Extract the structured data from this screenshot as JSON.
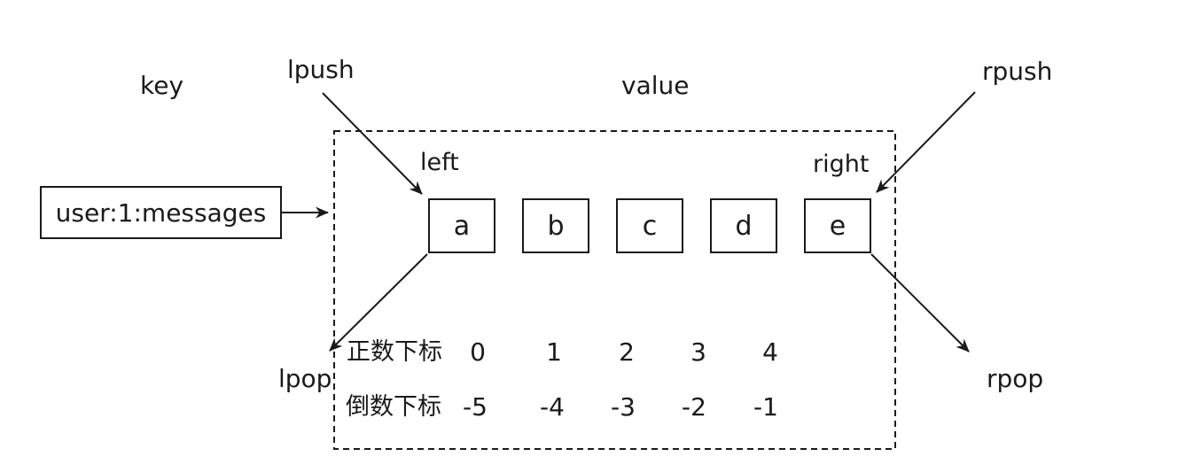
{
  "diagram": {
    "labels": {
      "key": "key",
      "value": "value",
      "left": "left",
      "right": "right"
    },
    "operations": {
      "lpush": "lpush",
      "rpush": "rpush",
      "lpop": "lpop",
      "rpop": "rpop"
    },
    "key_name": "user:1:messages",
    "list_items": [
      "a",
      "b",
      "c",
      "d",
      "e"
    ],
    "index_rows": [
      {
        "label": "正数下标",
        "values": [
          "0",
          "1",
          "2",
          "3",
          "4"
        ]
      },
      {
        "label": "倒数下标",
        "values": [
          "-5",
          "-4",
          "-3",
          "-2",
          "-1"
        ]
      }
    ],
    "colors": {
      "line": "#1a1a1a",
      "background": "#ffffff"
    }
  }
}
